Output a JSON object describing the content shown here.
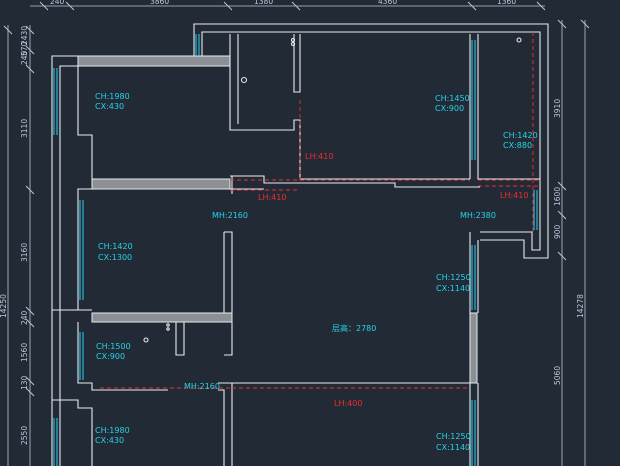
{
  "colors": {
    "background": "#222a36",
    "wall": "#e8ecef",
    "window": "#2ecdf0",
    "annotation_cyan": "#26d3e8",
    "annotation_red": "#ee2d2d",
    "dimension": "#b9c6d6",
    "wall_fill": "#8c8f94"
  },
  "dimensions": {
    "top": [
      "240",
      "3860",
      "1380",
      "4360",
      "1360"
    ],
    "left": [
      "2430",
      "240",
      "570",
      "3110",
      "3160",
      "240",
      "1560",
      "130",
      "2550"
    ],
    "left_total": "14250",
    "right": [
      "3910",
      "1600",
      "900"
    ],
    "right_total": "14278",
    "right_bottom": "5060"
  },
  "labels": {
    "room_tl_ch": "CH:1980",
    "room_tl_cx": "CX:430",
    "room_tc_ch": "CH:1450",
    "room_tc_cx": "CX:900",
    "room_tr_ch": "CH:1420",
    "room_tr_cx": "CX:880",
    "room_ml_ch": "CH:1420",
    "room_ml_cx": "CX:1300",
    "room_mr_ch": "CH:1250",
    "room_mr_cx": "CX:1140",
    "room_bl1_ch": "CH:1500",
    "room_bl1_cx": "CX:900",
    "room_bl2_ch": "CH:1980",
    "room_bl2_cx": "CX:430",
    "room_br_ch": "CH:1250",
    "room_br_cx": "CX:1140",
    "mh_left": "MH:2160",
    "mh_right": "MH:2380",
    "mh_lower": "MH:2160",
    "floor_height": "层高：2780",
    "lh_410_upper": "LH:410",
    "lh_410_left": "LH:410",
    "lh_410_right": "LH:410",
    "lh_400": "LH:400"
  }
}
